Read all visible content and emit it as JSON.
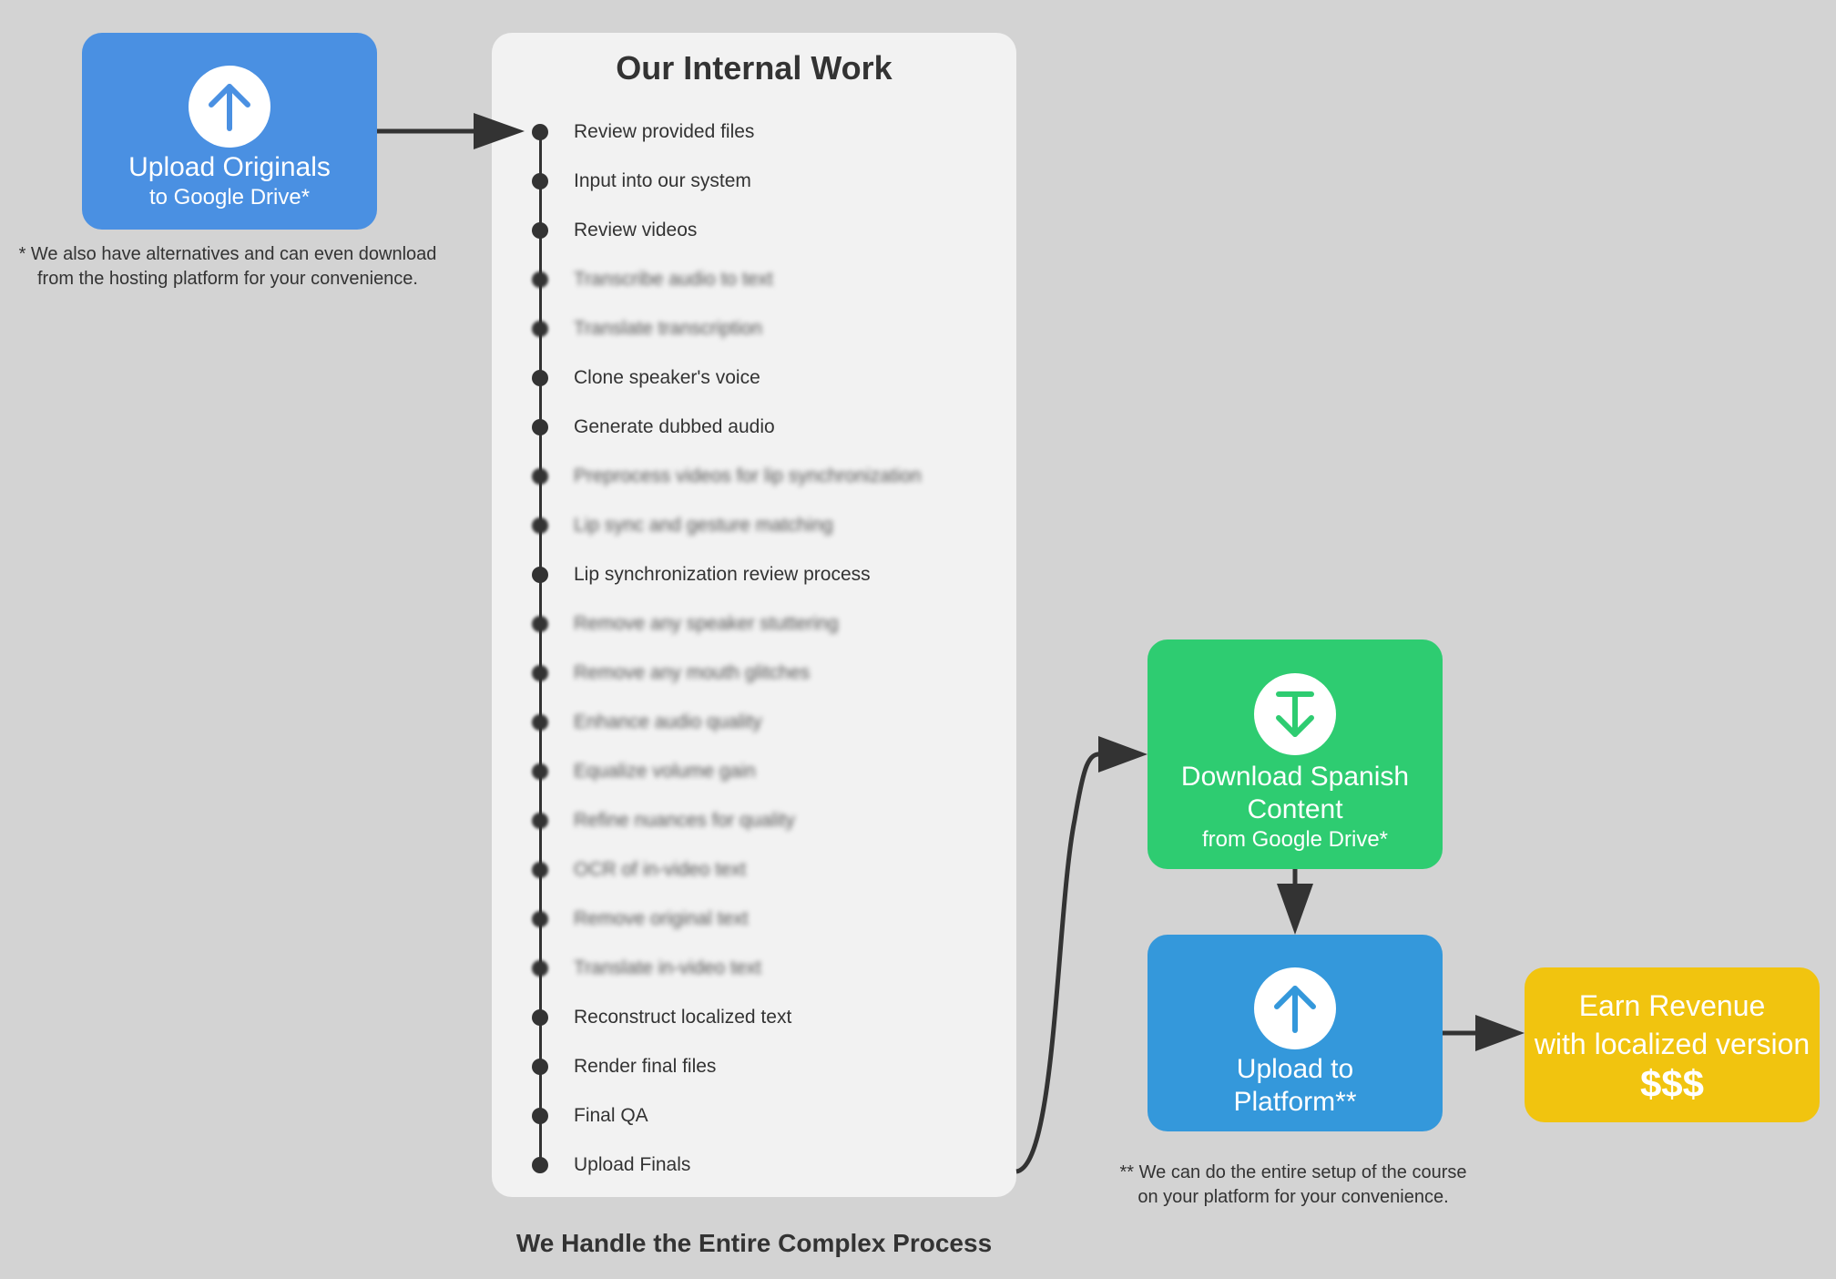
{
  "colors": {
    "background": "#d3d3d3",
    "panel": "#f2f2f2",
    "upload_originals": "#4a90e2",
    "download": "#2ecc71",
    "upload_platform": "#3498db",
    "revenue": "#f1c40f",
    "arrow": "#333333"
  },
  "upload_originals": {
    "icon": "arrow-up-icon",
    "title": "Upload Originals",
    "subtitle": "to Google Drive*",
    "note_line1": "* We also have alternatives and can even download",
    "note_line2": "from the hosting platform for your convenience."
  },
  "internal_work": {
    "title": "Our Internal Work",
    "steps": [
      {
        "label": "Review provided files",
        "blurred": false
      },
      {
        "label": "Input into our system",
        "blurred": false
      },
      {
        "label": "Review videos",
        "blurred": false
      },
      {
        "label": "Transcribe audio to text",
        "blurred": true
      },
      {
        "label": "Translate transcription",
        "blurred": true
      },
      {
        "label": "Clone speaker's voice",
        "blurred": false
      },
      {
        "label": "Generate dubbed audio",
        "blurred": false
      },
      {
        "label": "Preprocess videos for lip synchronization",
        "blurred": true
      },
      {
        "label": "Lip sync and gesture matching",
        "blurred": true
      },
      {
        "label": "Lip synchronization review process",
        "blurred": false
      },
      {
        "label": "Remove any speaker stuttering",
        "blurred": true
      },
      {
        "label": "Remove any mouth glitches",
        "blurred": true
      },
      {
        "label": "Enhance audio quality",
        "blurred": true
      },
      {
        "label": "Equalize volume gain",
        "blurred": true
      },
      {
        "label": "Refine nuances for quality",
        "blurred": true
      },
      {
        "label": "OCR of in-video text",
        "blurred": true
      },
      {
        "label": "Remove original text",
        "blurred": true
      },
      {
        "label": "Translate in-video text",
        "blurred": true
      },
      {
        "label": "Reconstruct localized text",
        "blurred": false
      },
      {
        "label": "Render final files",
        "blurred": false
      },
      {
        "label": "Final QA",
        "blurred": false
      },
      {
        "label": "Upload Finals",
        "blurred": false
      }
    ],
    "caption": "We Handle the Entire Complex Process"
  },
  "download": {
    "icon": "arrow-down-to-line-icon",
    "title_line1": "Download Spanish",
    "title_line2": "Content",
    "subtitle": "from Google Drive*"
  },
  "upload_platform": {
    "icon": "arrow-up-icon",
    "title_line1": "Upload to",
    "title_line2": "Platform**",
    "note_line1": "** We can do the entire setup of the course",
    "note_line2": "on your platform for your convenience."
  },
  "revenue": {
    "title_line1": "Earn Revenue",
    "title_line2": "with localized version",
    "amount": "$$$"
  }
}
